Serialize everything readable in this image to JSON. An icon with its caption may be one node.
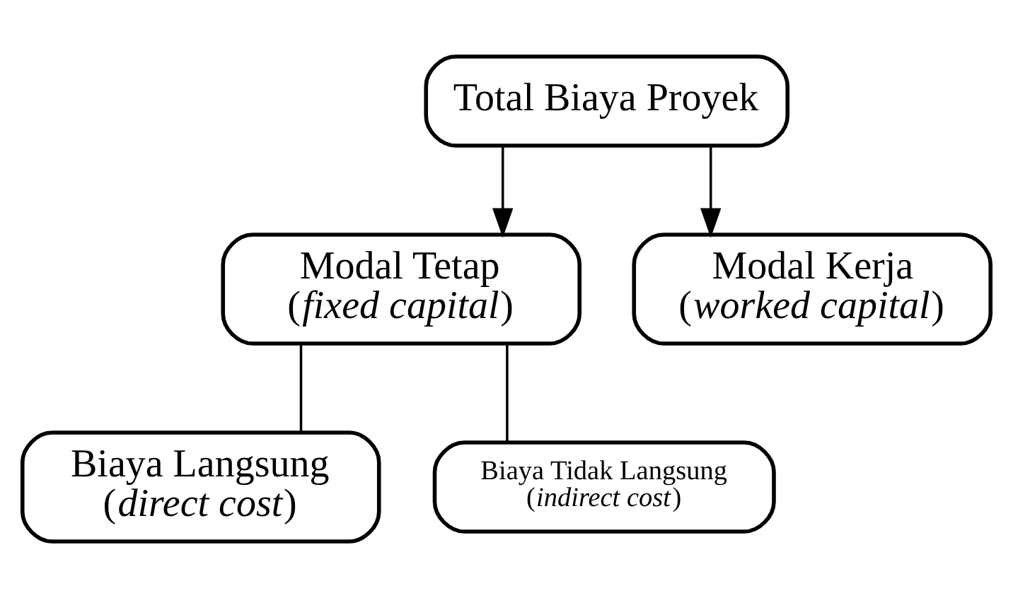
{
  "diagram": {
    "nodes": [
      {
        "text": [
          "Total Biaya Proyek"
        ]
      },
      {
        "text": [
          "Modal Tetap",
          "(*fixed capital*)"
        ]
      },
      {
        "text": [
          "Modal Kerja",
          "(*worked capital*)"
        ]
      },
      {
        "text": [
          "Biaya Langsung",
          "(*direct cost*)"
        ]
      },
      {
        "text": [
          "Biaya Tidak Langsung",
          "(*indirect cost*)"
        ]
      }
    ],
    "edges": [
      {
        "from": 0,
        "to": 1,
        "arrow": "to"
      },
      {
        "from": 0,
        "to": 2,
        "arrow": "to"
      },
      {
        "from": 1,
        "to": 3,
        "arrow": "none"
      },
      {
        "from": 1,
        "to": 4,
        "arrow": "none"
      }
    ]
  }
}
